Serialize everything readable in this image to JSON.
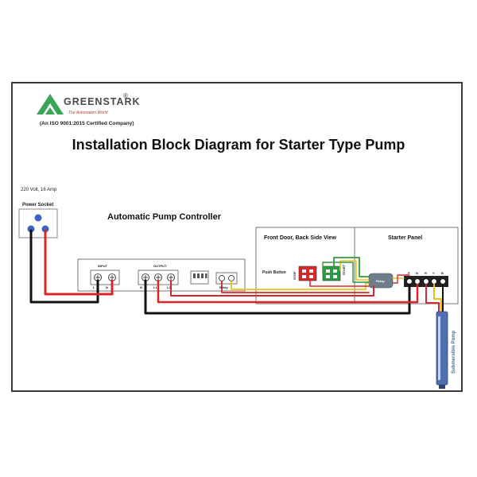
{
  "brand": {
    "name": "GREENSTARK",
    "registered": "®",
    "tagline": "The Automation World",
    "certification": "(An ISO 9001:2015 Certified Company)"
  },
  "title": "Installation Block Diagram for Starter Type Pump",
  "supply": {
    "rating": "220 Volt, 16 Amp",
    "label": "Power  Socket"
  },
  "controller": {
    "title": "Automatic Pump Controller",
    "input_label": "INPUT",
    "input_terminals": [
      "L",
      "N"
    ],
    "output_label": "OUTPUT",
    "output_terminals": [
      "N",
      "L1",
      "L2"
    ],
    "relay_label": "Relay"
  },
  "front_door": {
    "title": "Front Door, Back Side View",
    "push_button_label": "Push Button",
    "stop_label": "STOP",
    "start_label": "START"
  },
  "starter_panel": {
    "title": "Starter Panel",
    "relay_label": "Relay",
    "terminals": [
      "P",
      "N",
      "R",
      "Y",
      "B"
    ]
  },
  "pump": {
    "label": "Submersible Pump"
  },
  "colors": {
    "brand_green": "#3aa655",
    "wire_red": "#d9262b",
    "wire_black": "#111111",
    "wire_yellow": "#e8c21a",
    "wire_green": "#2f9a3c",
    "stop_red": "#d9262b",
    "start_green": "#2e9b45",
    "pump_blue": "#4f6fb0",
    "socket_blue": "#3e63c4"
  }
}
